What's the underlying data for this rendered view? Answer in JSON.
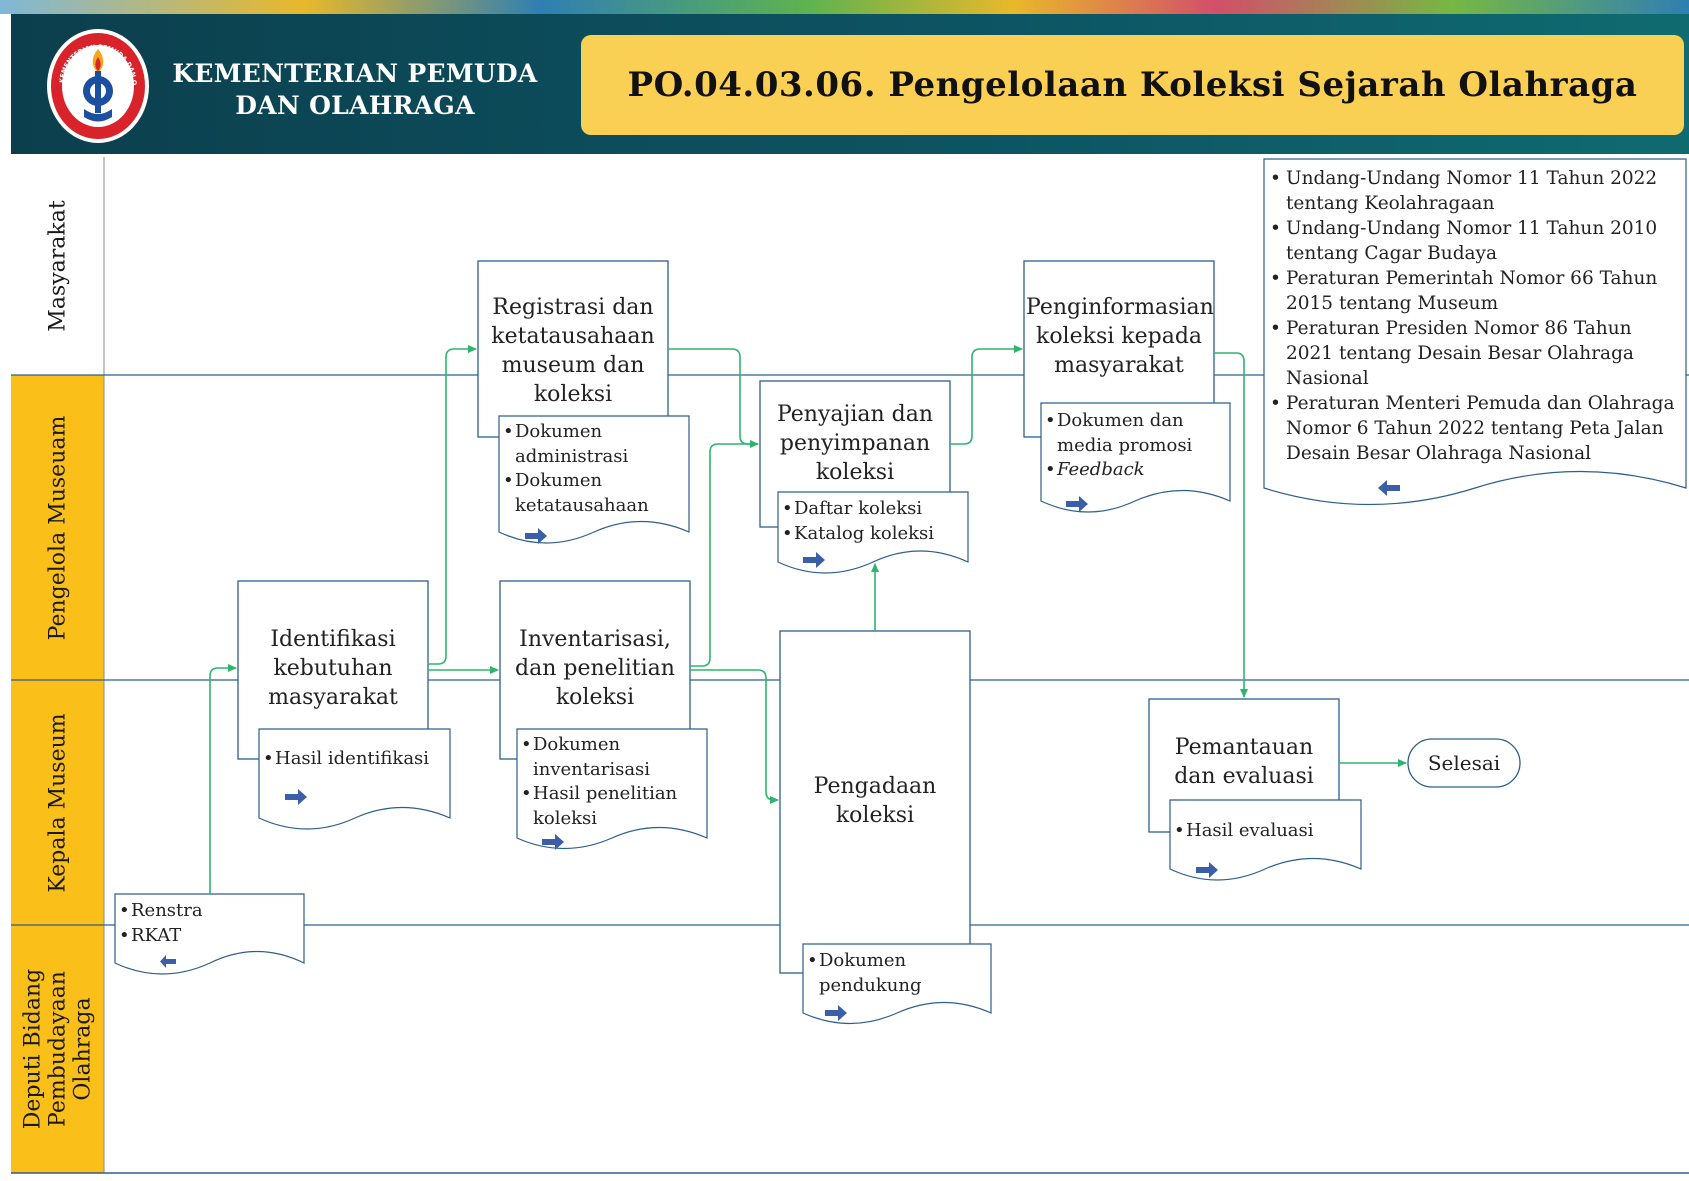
{
  "header": {
    "organization": [
      "KEMENTERIAN PEMUDA",
      "DAN OLAHRAGA"
    ],
    "title": "PO.04.03.06.  Pengelolaan Koleksi Sejarah Olahraga",
    "logo_text": [
      "KEMENTERIAN PEMUDA DAN OLAHRAGA",
      "REPUBLIK INDONESIA"
    ],
    "colors": {
      "header_bg": "#0d5564",
      "title_bg": "#fad054",
      "lane_label_bg": "#fbbf1a",
      "flow_arrow": "#2db56e",
      "doc_arrow": "#3a5fa8"
    }
  },
  "lanes": [
    "Masyarakat",
    "Pengelola Museuam",
    "Kepala Museum",
    "Deputi Bidang Pembudayaan Olahraga"
  ],
  "processes": {
    "identifikasi": "Identifikasi kebutuhan masyarakat",
    "registrasi": "Registrasi dan ketatausahaan museum dan koleksi",
    "inventarisasi": "Inventarisasi, dan penelitian koleksi",
    "penyajian": "Penyajian dan penyimpanan koleksi",
    "pengadaan": "Pengadaan koleksi",
    "penginformasian": "Penginformasian koleksi kepada masyarakat",
    "pemantauan": "Pemantauan dan evaluasi"
  },
  "terminal": "Selesai",
  "documents": {
    "renstra": [
      "Renstra",
      "RKAT"
    ],
    "hasil_identifikasi": [
      "Hasil identifikasi"
    ],
    "registrasi_docs": [
      "Dokumen administrasi",
      "Dokumen ketatausahaan"
    ],
    "inventarisasi_docs": [
      "Dokumen inventarisasi",
      "Hasil penelitian koleksi"
    ],
    "penyajian_docs": [
      "Daftar koleksi",
      "Katalog koleksi"
    ],
    "pengadaan_docs": [
      "Dokumen pendukung"
    ],
    "penginformasian_docs": [
      "Dokumen dan media promosi",
      "Feedback"
    ],
    "evaluasi_docs": [
      "Hasil evaluasi"
    ]
  },
  "references": [
    "Undang-Undang Nomor 11 Tahun 2022 tentang Keolahragaan",
    "Undang-Undang Nomor 11 Tahun 2010 tentang Cagar Budaya",
    "Peraturan Pemerintah Nomor 66 Tahun 2015 tentang Museum",
    "Peraturan Presiden Nomor 86 Tahun 2021 tentang Desain Besar Olahraga Nasional",
    "Peraturan Menteri Pemuda dan Olahraga Nomor 6 Tahun 2022 tentang Peta Jalan Desain Besar Olahraga Nasional"
  ]
}
